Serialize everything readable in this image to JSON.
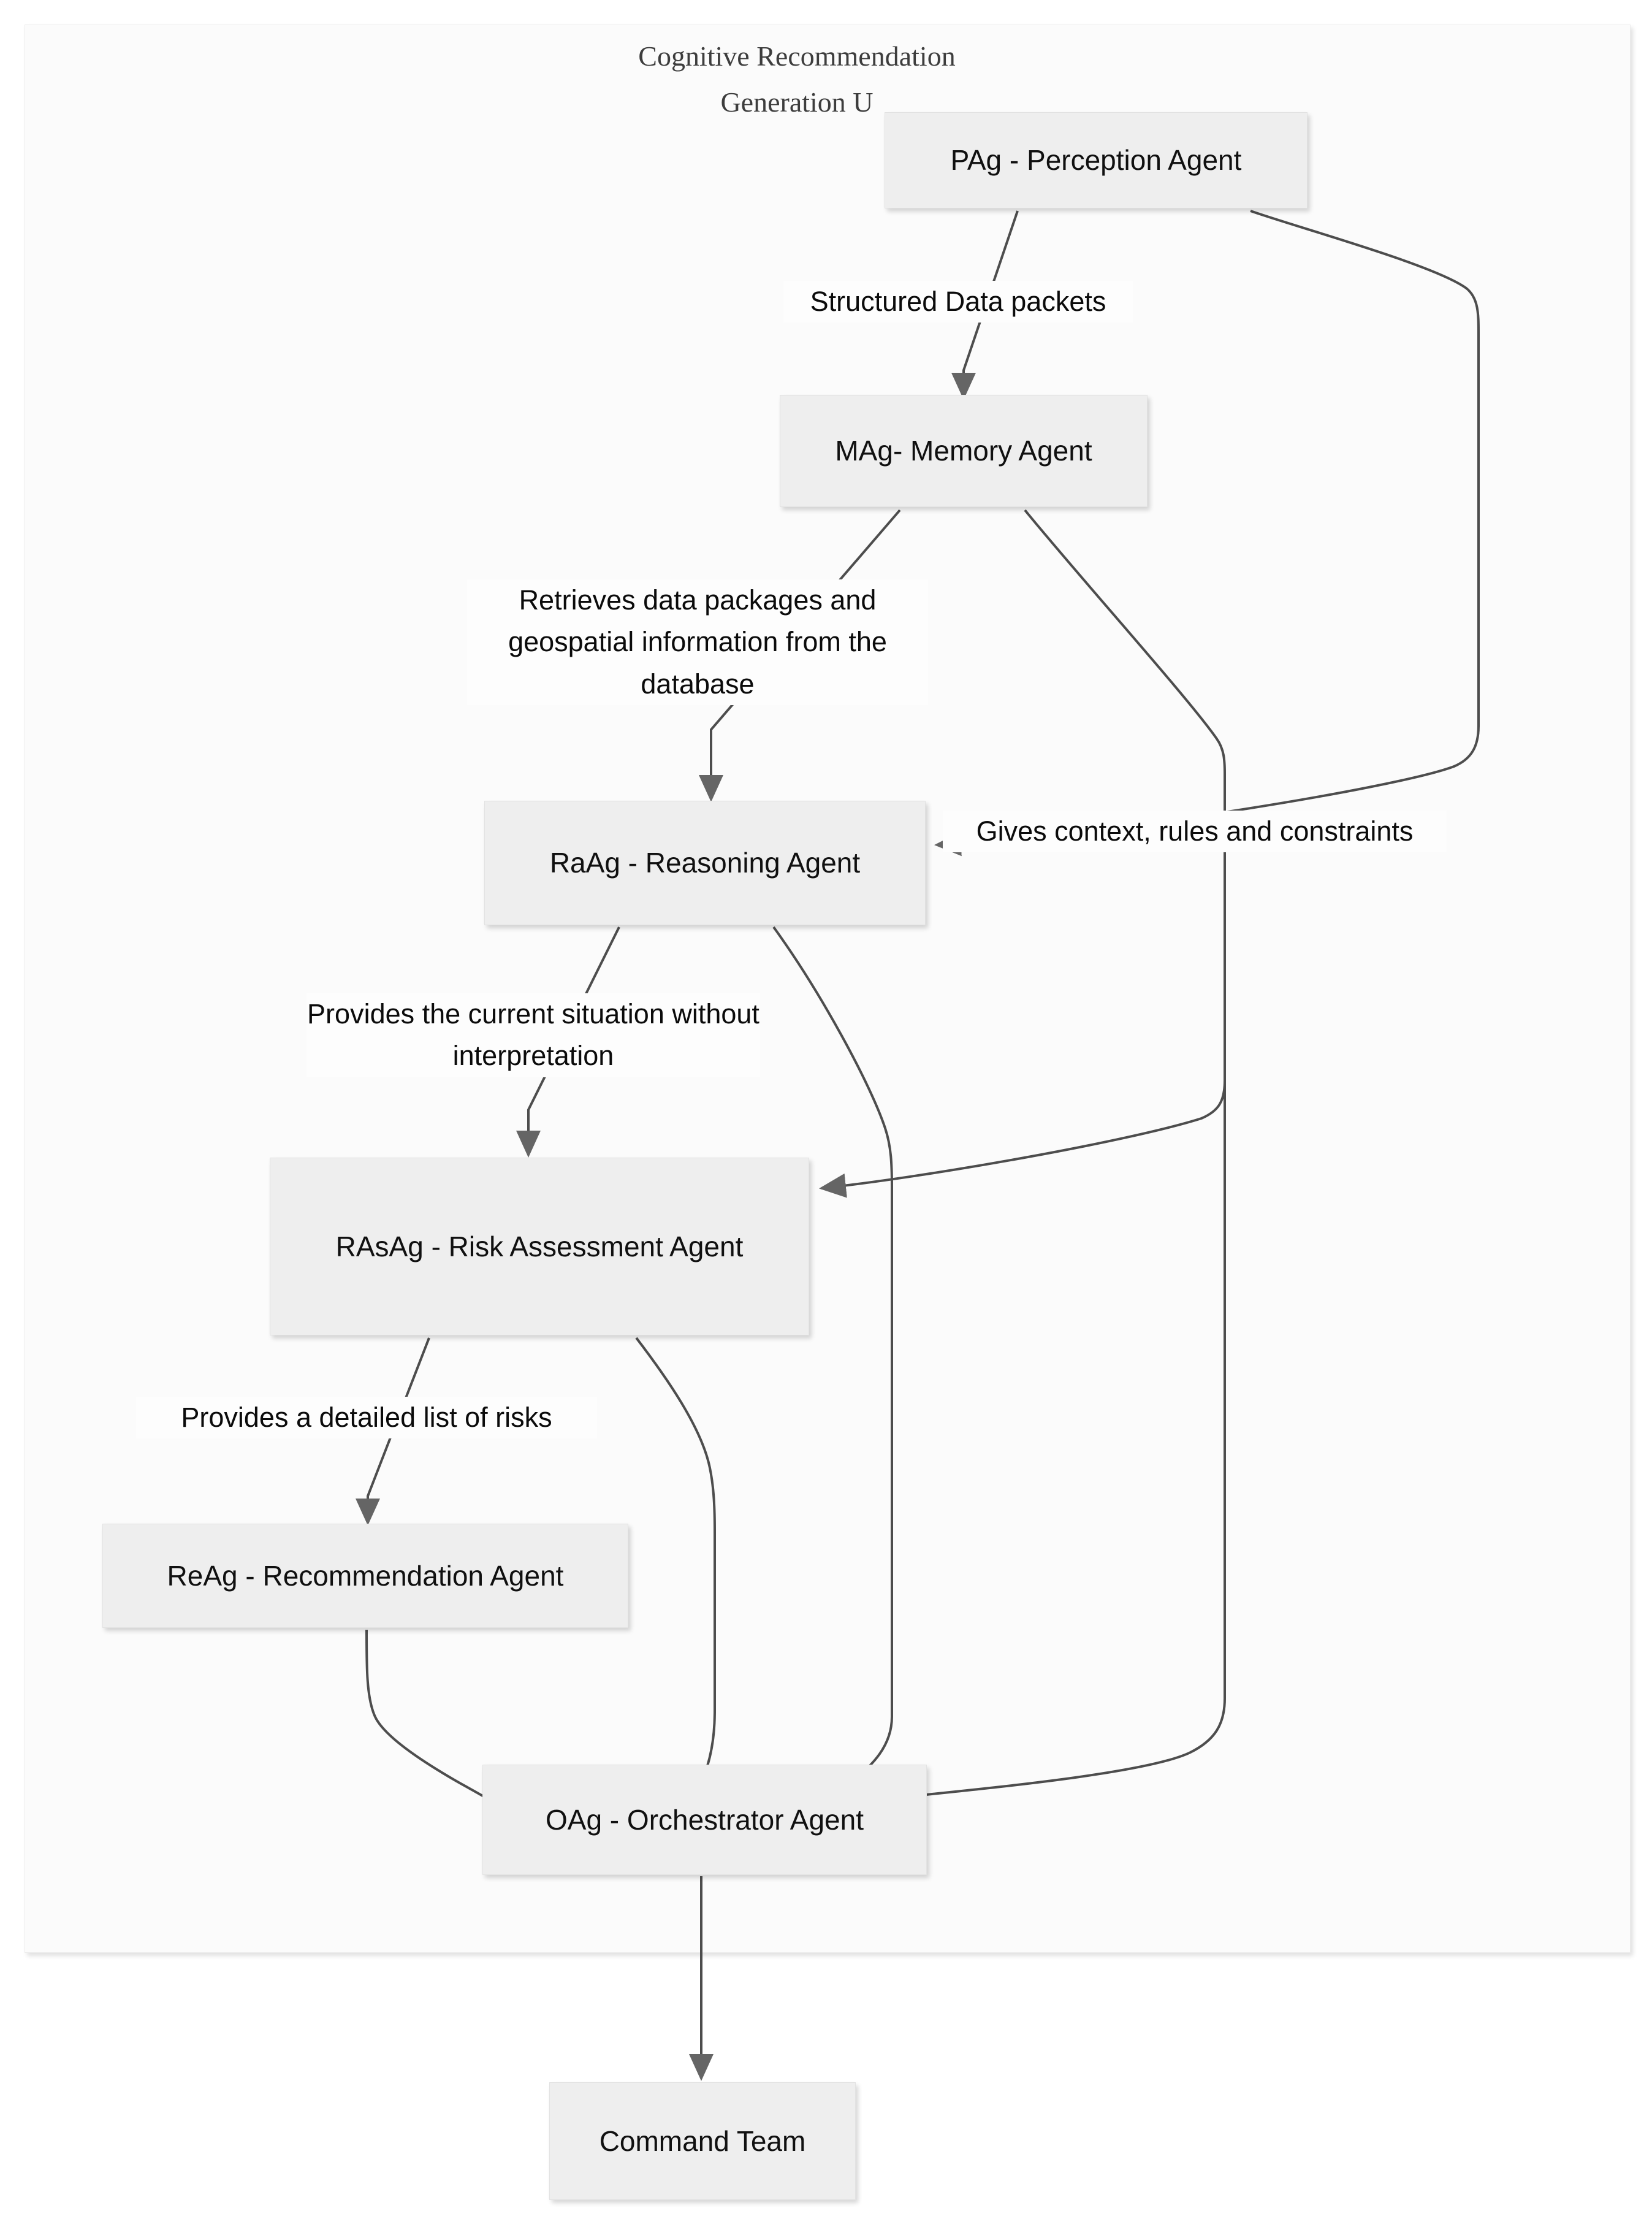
{
  "diagram": {
    "title_line1": "Cognitive Recommendation",
    "title_line2": "Generation U",
    "type": "flowchart",
    "accent_node_fill": "#eeeeee",
    "edge_color": "#4d4d4d",
    "nodes": [
      {
        "id": "PAg",
        "label": "PAg - Perception Agent"
      },
      {
        "id": "MAg",
        "label": "MAg- Memory Agent"
      },
      {
        "id": "RaAg",
        "label": "RaAg - Reasoning Agent"
      },
      {
        "id": "RAsAg",
        "label": "RAsAg - Risk Assessment Agent"
      },
      {
        "id": "ReAg",
        "label": "ReAg - Recommendation Agent"
      },
      {
        "id": "OAg",
        "label": "OAg - Orchestrator Agent"
      },
      {
        "id": "CMD",
        "label": "Command Team"
      }
    ],
    "edge_labels": {
      "structured_data": "Structured Data packets",
      "retrieves": "Retrieves data packages and geospatial information from the database",
      "gives_context": "Gives context, rules and constraints",
      "provides_situation": "Provides the current situation without interpretation",
      "provides_risks": "Provides a detailed list of risks"
    },
    "edges": [
      {
        "from": "PAg",
        "to": "MAg",
        "label": "Structured Data packets"
      },
      {
        "from": "PAg",
        "to": "RaAg",
        "label": "Gives context, rules and constraints"
      },
      {
        "from": "MAg",
        "to": "RaAg",
        "label": "Retrieves data packages and geospatial information from the database"
      },
      {
        "from": "MAg",
        "to": "RAsAg",
        "label": "Gives context, rules and constraints"
      },
      {
        "from": "MAg",
        "to": "OAg",
        "label": ""
      },
      {
        "from": "RaAg",
        "to": "RAsAg",
        "label": "Provides the current situation without interpretation"
      },
      {
        "from": "RaAg",
        "to": "OAg",
        "label": ""
      },
      {
        "from": "RAsAg",
        "to": "ReAg",
        "label": "Provides a detailed list of risks"
      },
      {
        "from": "RAsAg",
        "to": "OAg",
        "label": ""
      },
      {
        "from": "ReAg",
        "to": "OAg",
        "label": ""
      },
      {
        "from": "OAg",
        "to": "CMD",
        "label": ""
      }
    ]
  }
}
